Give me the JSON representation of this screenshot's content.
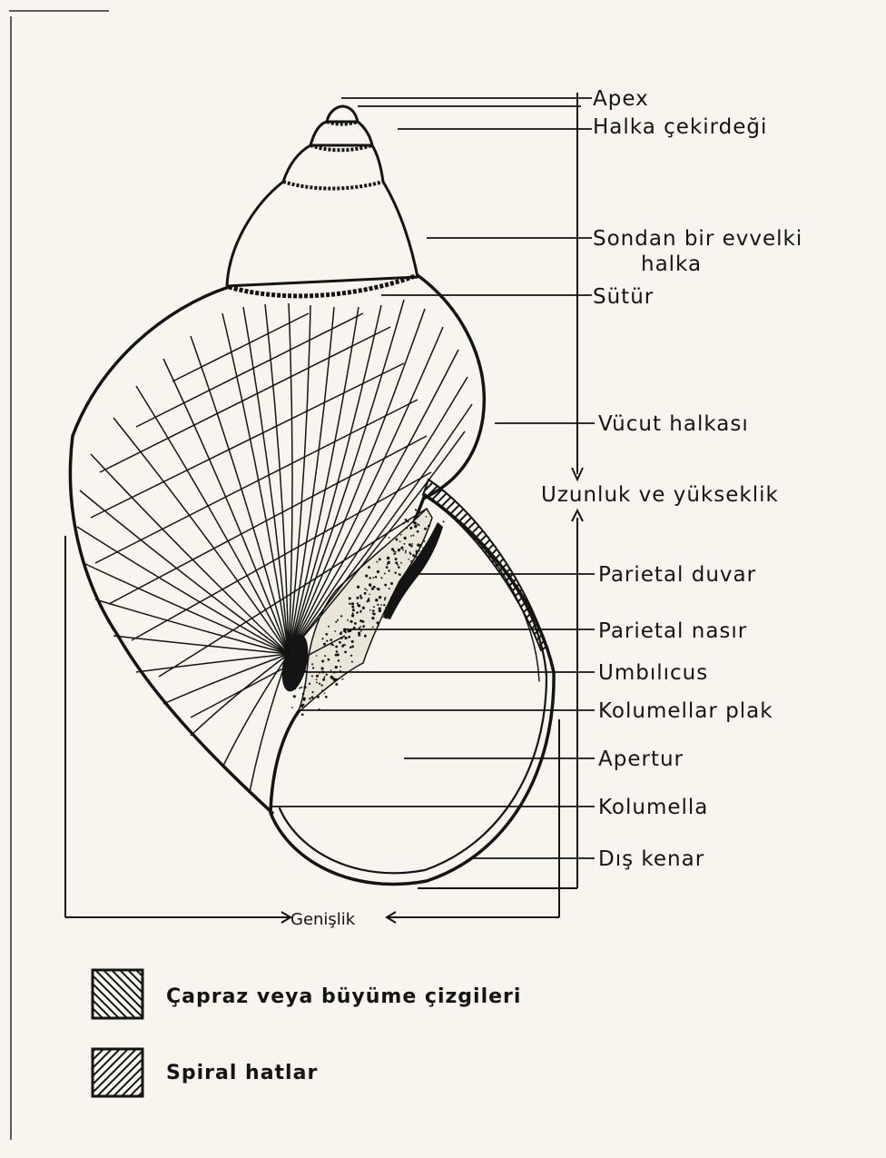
{
  "labels": {
    "apex": "Apex",
    "halka_cekirdegi": "Halka çekirdeği",
    "sondan_line1": "Sondan bir evvelki",
    "sondan_line2": "halka",
    "sutur": "Sütür",
    "vucut_halkasi": "Vücut halkası",
    "uzunluk": "Uzunluk ve yükseklik",
    "parietal_duvar": "Parietal duvar",
    "parietal_nasir": "Parietal nasır",
    "umbilicus": "Umbılıcus",
    "kolumellar_plak": "Kolumellar plak",
    "apertur": "Apertur",
    "kolumella": "Kolumella",
    "dis_kenar": "Dış kenar",
    "genislik": "Genişlik"
  },
  "legend": [
    {
      "pattern": "cross-hatch-backslash",
      "label": "Çapraz veya büyüme çizgileri"
    },
    {
      "pattern": "hatch-slash",
      "label": "Spiral hatlar"
    }
  ],
  "colors": {
    "ink": "#141414",
    "paper": "#f7f5ee"
  }
}
